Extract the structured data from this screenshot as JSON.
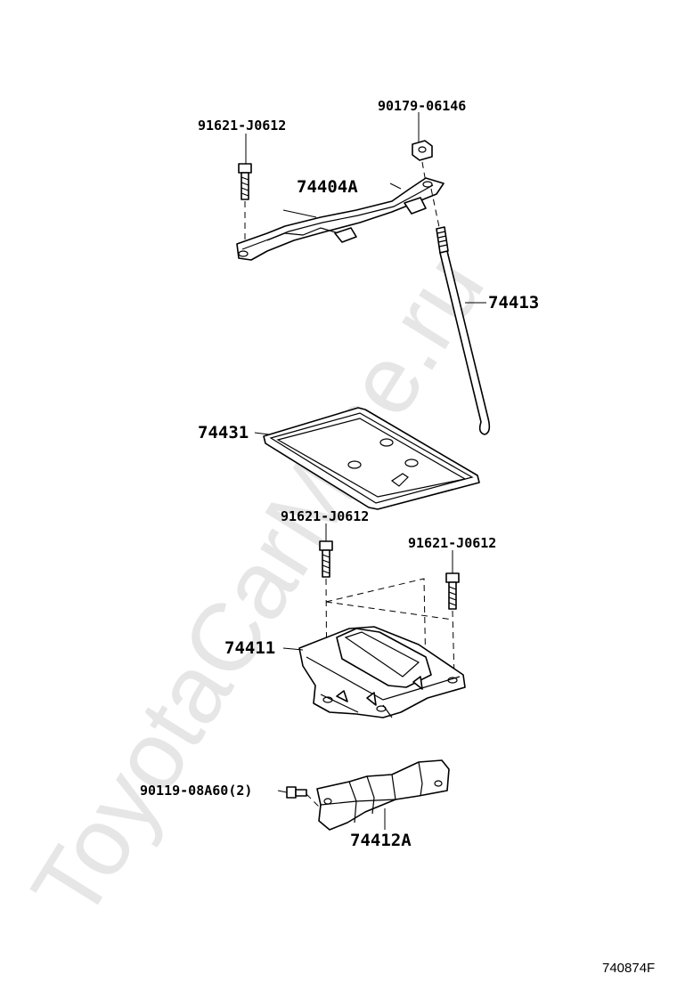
{
  "watermark": "ToyotaCarMine.ru",
  "diagram_ref": "740874F",
  "parts": {
    "bolt_top_left": "91621-J0612",
    "nut_top_right": "90179-06146",
    "battery_clamp": "74404A",
    "hold_down_rod": "74413",
    "battery_tray": "74431",
    "bolt_mid_left": "91621-J0612",
    "bolt_mid_right": "91621-J0612",
    "battery_carrier": "74411",
    "bolt_bottom": "90119-08A60(2)",
    "bracket": "74412A"
  }
}
